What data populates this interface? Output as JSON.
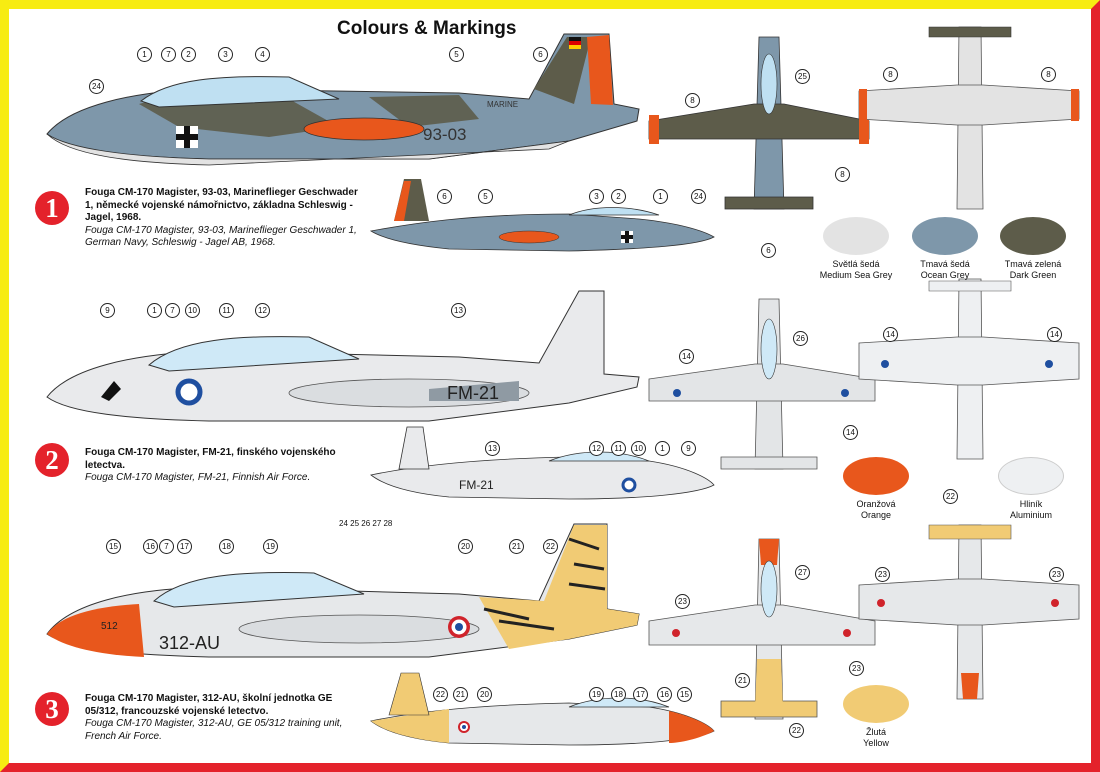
{
  "title": "Colours & Markings",
  "schemes": [
    {
      "number": "1",
      "cz": "Fouga CM-170 Magister, 93-03, Marineflieger Geschwader 1, německé vojenské námořnictvo, základna Schleswig - Jagel, 1968.",
      "en": "Fouga CM-170 Magister, 93-03, Marineflieger Geschwader 1, German Navy, Schleswig - Jagel AB, 1968.",
      "code": "93-03",
      "tail_text": "MARINE"
    },
    {
      "number": "2",
      "cz": "Fouga CM-170 Magister, FM-21, finského vojenského letectva.",
      "en": "Fouga CM-170 Magister, FM-21, Finnish Air Force.",
      "code": "FM-21"
    },
    {
      "number": "3",
      "cz": "Fouga CM-170 Magister, 312-AU, školní jednotka GE 05/312, francouzské vojenské letectvo.",
      "en": "Fouga CM-170 Magister, 312-AU, GE 05/312 training unit, French Air Force.",
      "code": "312-AU",
      "nose_text": "512"
    }
  ],
  "swatches": [
    {
      "cz": "Světlá šedá",
      "en": "Medium Sea Grey",
      "color": "#e3e3e3"
    },
    {
      "cz": "Tmavá šedá",
      "en": "Ocean Grey",
      "color": "#7e97aa"
    },
    {
      "cz": "Tmavá zelená",
      "en": "Dark Green",
      "color": "#5d5c4a"
    },
    {
      "cz": "Oranžová",
      "en": "Orange",
      "color": "#e8571c"
    },
    {
      "cz": "Hliník",
      "en": "Aluminium",
      "color": "#eef0f2"
    },
    {
      "cz": "Žlutá",
      "en": "Yellow",
      "color": "#f1cb74"
    }
  ],
  "callouts": {
    "s1_top": [
      "1",
      "7",
      "2",
      "3",
      "4",
      "5",
      "6"
    ],
    "s1_side": [
      "24"
    ],
    "s1_small": [
      "6",
      "5",
      "3",
      "2",
      "1",
      "24"
    ],
    "s2_top": [
      "9",
      "1",
      "7",
      "10",
      "11",
      "12",
      "13"
    ],
    "s2_small": [
      "13",
      "12",
      "11",
      "10",
      "1",
      "9"
    ],
    "s3_top": [
      "15",
      "16",
      "7",
      "17",
      "18",
      "19",
      "20",
      "21",
      "22"
    ],
    "s3_small": [
      "22",
      "21",
      "20",
      "19",
      "18",
      "17",
      "16",
      "15"
    ],
    "stencil_row": "24 25 26 27 28",
    "plan": [
      "8",
      "8",
      "8",
      "8",
      "25",
      "6",
      "14",
      "14",
      "14",
      "26",
      "14",
      "22",
      "23",
      "23",
      "23",
      "23",
      "27",
      "21",
      "22"
    ]
  },
  "colors": {
    "border_top_left": "#f7ec12",
    "border_bottom_right": "#e4222b",
    "number_badge": "#e4222b"
  }
}
